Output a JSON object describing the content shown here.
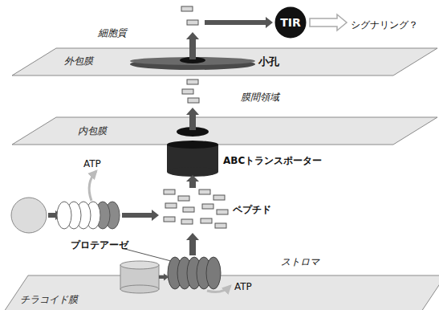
{
  "diagram": {
    "nodes": [
      {
        "text": [
          "TIR"
        ]
      },
      {
        "text": [
          "外包膜"
        ]
      },
      {
        "text": [
          "内包膜"
        ]
      },
      {
        "text": [
          "チラコイド膜"
        ]
      }
    ],
    "labels": [
      "細胞質",
      "シグナリング？",
      "小孔",
      "膜間領域",
      "ABCトランスポーター",
      "ATP",
      "ペプチド",
      "プロテアーゼ",
      "ストロマ",
      "ATP"
    ]
  }
}
